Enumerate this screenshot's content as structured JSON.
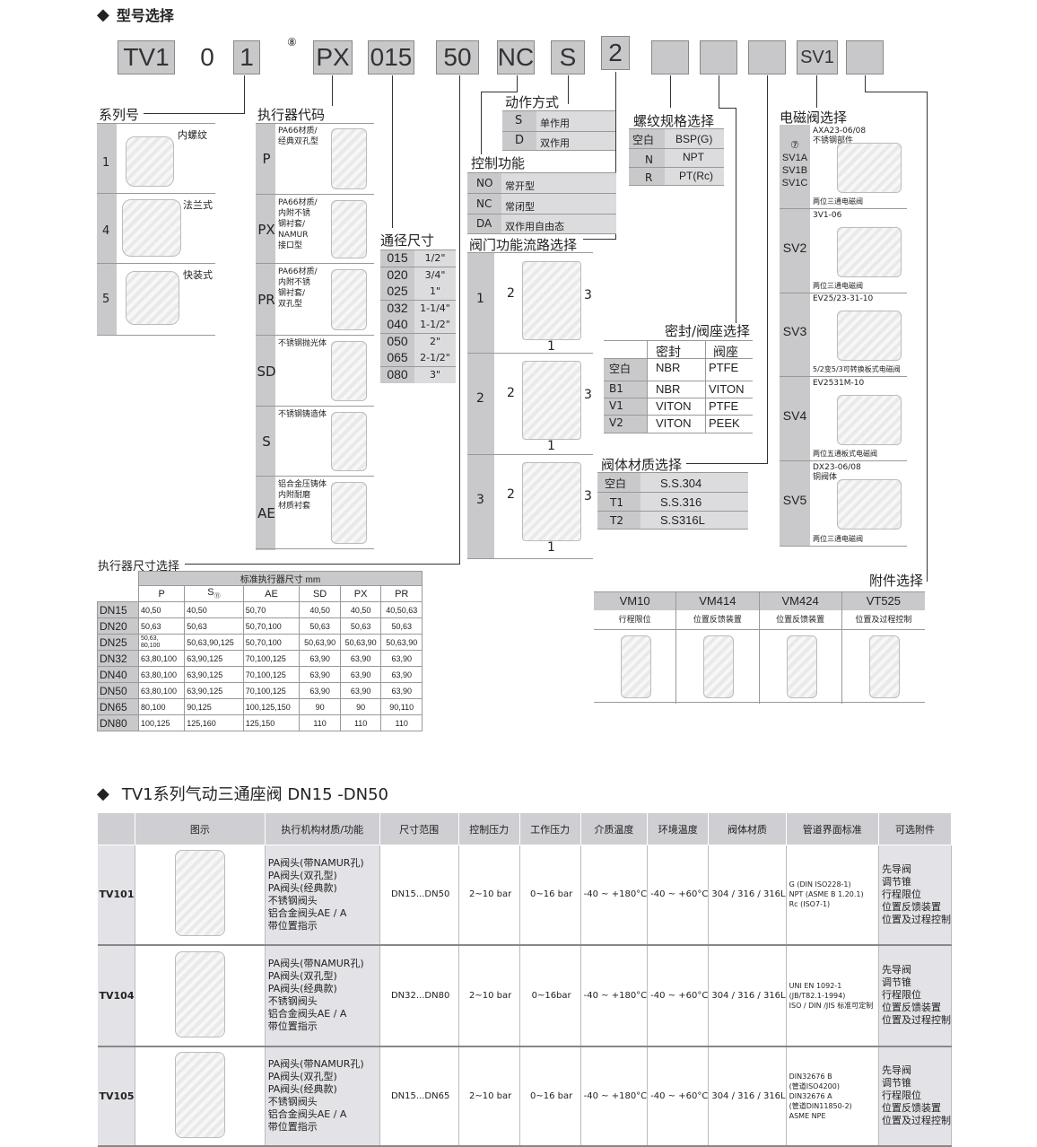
{
  "section1_title": "型号选择",
  "code_parts": [
    "TV1",
    "0",
    "1",
    "⑧",
    "PX",
    "015",
    "50",
    "NC",
    "S",
    "2",
    "",
    "",
    "",
    "SV1",
    ""
  ],
  "series": {
    "title": "系列号",
    "rows": [
      {
        "code": "1",
        "label": "内螺纹"
      },
      {
        "code": "4",
        "label": "法兰式"
      },
      {
        "code": "5",
        "label": "快装式"
      }
    ]
  },
  "actuator": {
    "title": "执行器代码",
    "rows": [
      {
        "code": "P",
        "desc": "PA66材质/\n经典双孔型"
      },
      {
        "code": "PX",
        "desc": "PA66材质/\n内附不锈\n钢衬套/\nNAMUR\n接口型"
      },
      {
        "code": "PR",
        "desc": "PA66材质/\n内附不锈\n钢衬套/\n双孔型"
      },
      {
        "code": "SD",
        "desc": "不锈钢抛光体"
      },
      {
        "code": "S",
        "desc": "不锈钢铸造体"
      },
      {
        "code": "AE",
        "desc": "铝合金压铸体\n内附耐磨\n材质衬套"
      }
    ]
  },
  "bore": {
    "title": "通径尺寸",
    "rows": [
      {
        "code": "015",
        "size": "1/2\""
      },
      {
        "code": "020",
        "size": "3/4\""
      },
      {
        "code": "025",
        "size": "1\""
      },
      {
        "code": "032",
        "size": "1-1/4\""
      },
      {
        "code": "040",
        "size": "1-1/2\""
      },
      {
        "code": "050",
        "size": "2\""
      },
      {
        "code": "065",
        "size": "2-1/2\""
      },
      {
        "code": "080",
        "size": "3\""
      }
    ]
  },
  "action": {
    "title": "动作方式",
    "rows": [
      {
        "code": "S",
        "label": "单作用"
      },
      {
        "code": "D",
        "label": "双作用"
      }
    ]
  },
  "control": {
    "title": "控制功能",
    "rows": [
      {
        "code": "NO",
        "label": "常开型"
      },
      {
        "code": "NC",
        "label": "常闭型"
      },
      {
        "code": "DA",
        "label": "双作用自由态"
      }
    ]
  },
  "flow": {
    "title": "阀门功能流路选择",
    "rows": [
      {
        "code": "1",
        "p1": "1",
        "p2": "2",
        "p3": "3"
      },
      {
        "code": "2",
        "p1": "1",
        "p2": "2",
        "p3": "3"
      },
      {
        "code": "3",
        "p1": "1",
        "p2": "2",
        "p3": "3"
      }
    ]
  },
  "thread": {
    "title": "螺纹规格选择",
    "rows": [
      {
        "code": "空白",
        "std": "BSP(G)"
      },
      {
        "code": "N",
        "std": "NPT"
      },
      {
        "code": "R",
        "std": "PT(Rc)"
      }
    ]
  },
  "seal": {
    "title": "密封/阀座选择",
    "headers": [
      "",
      "密封",
      "阀座"
    ],
    "rows": [
      {
        "code": "空白",
        "seal": "NBR",
        "seat": "PTFE"
      },
      {
        "code": "B1",
        "seal": "NBR",
        "seat": "VITON"
      },
      {
        "code": "V1",
        "seal": "VITON",
        "seat": "PTFE"
      },
      {
        "code": "V2",
        "seal": "VITON",
        "seat": "PEEK"
      }
    ]
  },
  "body_material": {
    "title": "阀体材质选择",
    "rows": [
      {
        "code": "空白",
        "mat": "S.S.304"
      },
      {
        "code": "T1",
        "mat": "S.S.316"
      },
      {
        "code": "T2",
        "mat": "S.S316L"
      }
    ]
  },
  "solenoid": {
    "title": "电磁阀选择",
    "rows": [
      {
        "code": "⑦\nSV1A\nSV1B\nSV1C",
        "model": "AXA23-06/08\n不锈钢部件",
        "desc": "两位三通电磁阀"
      },
      {
        "code": "SV2",
        "model": "3V1-06",
        "desc": "两位三通电磁阀"
      },
      {
        "code": "SV3",
        "model": "EV25/23-31-10",
        "desc": "5/2变5/3可转换板式电磁阀"
      },
      {
        "code": "SV4",
        "model": "EV2531M-10",
        "desc": "两位五通板式电磁阀"
      },
      {
        "code": "SV5",
        "model": "DX23-06/08\n铜阀体",
        "desc": "两位三通电磁阀"
      }
    ]
  },
  "accessories": {
    "title": "附件选择",
    "items": [
      {
        "code": "VM10",
        "label": "行程限位"
      },
      {
        "code": "VM414",
        "label": "位置反馈装置"
      },
      {
        "code": "VM424",
        "label": "位置反馈装置"
      },
      {
        "code": "VT525",
        "label": "位置及过程控制"
      }
    ]
  },
  "actuator_size": {
    "title": "执行器尺寸选择",
    "header": "标准执行器尺寸 mm",
    "cols": [
      "P",
      "S",
      "AE",
      "SD",
      "PX",
      "PR"
    ],
    "s_sub": "⑪",
    "rows": [
      {
        "dn": "DN15",
        "vals": [
          "40,50",
          "40,50",
          "50,70",
          "40,50",
          "40,50",
          "40,50,63"
        ]
      },
      {
        "dn": "DN20",
        "vals": [
          "50,63",
          "50,63",
          "50,70,100",
          "50,63",
          "50,63",
          "50,63"
        ]
      },
      {
        "dn": "DN25",
        "vals": [
          "50,63,\n80,100",
          "50,63,90,125",
          "50,70,100",
          "50,63,90",
          "50,63,90",
          "50,63,90"
        ]
      },
      {
        "dn": "DN32",
        "vals": [
          "63,80,100",
          "63,90,125",
          "70,100,125",
          "63,90",
          "63,90",
          "63,90"
        ]
      },
      {
        "dn": "DN40",
        "vals": [
          "63,80,100",
          "63,90,125",
          "70,100,125",
          "63,90",
          "63,90",
          "63,90"
        ]
      },
      {
        "dn": "DN50",
        "vals": [
          "63,80,100",
          "63,90,125",
          "70,100,125",
          "63,90",
          "63,90",
          "63,90"
        ]
      },
      {
        "dn": "DN65",
        "vals": [
          "80,100",
          "90,125",
          "100,125,150",
          "90",
          "90",
          "90,110"
        ]
      },
      {
        "dn": "DN80",
        "vals": [
          "100,125",
          "125,160",
          "125,150",
          "110",
          "110",
          "110"
        ]
      }
    ]
  },
  "section2_title": "TV1系列气动三通座阀 DN15 -DN50",
  "spec_table": {
    "headers": [
      "",
      "图示",
      "执行机构材质/功能",
      "尺寸范围",
      "控制压力",
      "工作压力",
      "介质温度",
      "环境温度",
      "阀体材质",
      "管道界面标准",
      "可选附件"
    ],
    "rows": [
      {
        "model": "TV101",
        "functions": "PA阀头(带NAMUR孔)\nPA阀头(双孔型)\nPA阀头(经典款)\n不锈钢阀头\n铝合金阀头AE / A\n带位置指示",
        "size": "DN15...DN50",
        "ctrl": "2~10 bar",
        "work": "0~16 bar",
        "media": "-40 ~ +180°C",
        "ambient": "-40 ~ +60°C",
        "material": "304 / 316 / 316L",
        "standard": "G (DIN ISO228-1)\nNPT (ASME B 1.20.1)\nRc (ISO7-1)",
        "accessories": "先导阀\n调节锥\n行程限位\n位置反馈装置\n位置及过程控制"
      },
      {
        "model": "TV104",
        "functions": "PA阀头(带NAMUR孔)\nPA阀头(双孔型)\nPA阀头(经典款)\n不锈钢阀头\n铝合金阀头AE / A\n带位置指示",
        "size": "DN32...DN80",
        "ctrl": "2~10 bar",
        "work": "0~16bar",
        "media": "-40 ~ +180°C",
        "ambient": "-40 ~ +60°C",
        "material": "304 / 316 / 316L",
        "standard": "UNI EN 1092-1\n(JB/T82.1-1994)\nISO / DIN /JIS 标准可定制",
        "accessories": "先导阀\n调节锥\n行程限位\n位置反馈装置\n位置及过程控制"
      },
      {
        "model": "TV105",
        "functions": "PA阀头(带NAMUR孔)\nPA阀头(双孔型)\nPA阀头(经典款)\n不锈钢阀头\n铝合金阀头AE / A\n带位置指示",
        "size": "DN15...DN65",
        "ctrl": "2~10 bar",
        "work": "0~16 bar",
        "media": "-40 ~ +180°C",
        "ambient": "-40 ~ +60°C",
        "material": "304 / 316 / 316L",
        "standard": "DIN32676 B\n(管道ISO4200)\nDIN32676 A\n(管道DIN11850-2)\nASME NPE",
        "accessories": "先导阀\n调节锥\n行程限位\n位置反馈装置\n位置及过程控制"
      }
    ]
  }
}
